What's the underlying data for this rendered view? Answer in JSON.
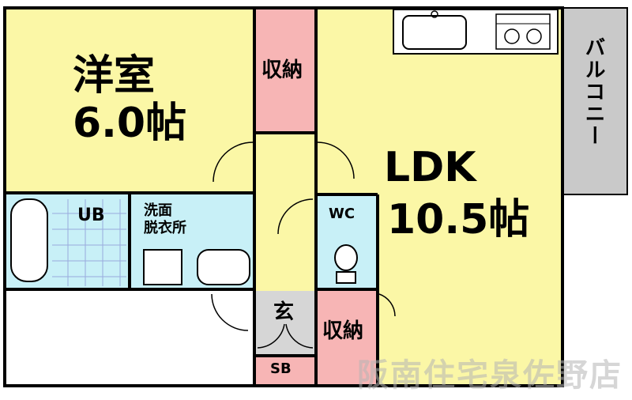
{
  "plan": {
    "rooms": {
      "western": {
        "name": "洋室",
        "size": "6.0帖"
      },
      "closet_top": {
        "name": "収納"
      },
      "balcony": {
        "name": "バルコニー"
      },
      "ldk": {
        "name": "LDK",
        "size": "10.5帖"
      },
      "bath": {
        "name": "UB"
      },
      "washroom": {
        "name_line1": "洗面",
        "name_line2": "脱衣所"
      },
      "wc": {
        "name": "WC"
      },
      "entrance": {
        "name": "玄"
      },
      "closet_bottom": {
        "name": "収納"
      },
      "shoebox": {
        "name": "SB"
      }
    },
    "watermark": "阪南住宅泉佐野店"
  },
  "colors": {
    "room_fill": "#fbf7a6",
    "closet_fill": "#f7b5b5",
    "wet_fill": "#c8f0f7",
    "balcony_fill": "#c9c9c9",
    "entrance_fill": "#d6d6d6",
    "wall": "#000000"
  }
}
